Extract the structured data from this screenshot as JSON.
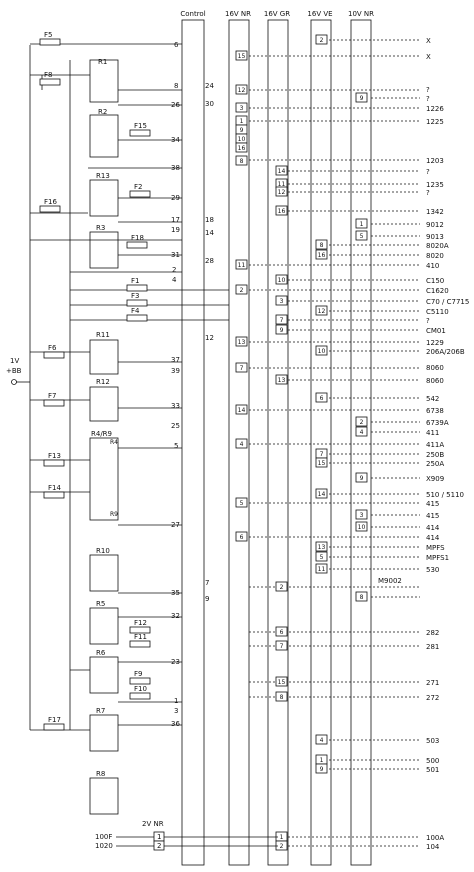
{
  "colors": {
    "ink": "#111111",
    "background": "#ffffff"
  },
  "supply": {
    "label": "1V\n+BB",
    "line1": "1V",
    "line2": "+BB"
  },
  "connectors": [
    {
      "name": "Control"
    },
    {
      "name": "16V NR"
    },
    {
      "name": "16V GR"
    },
    {
      "name": "16V VE"
    },
    {
      "name": "10V NR"
    }
  ],
  "fuses": [
    "F5",
    "F8",
    "F15",
    "F2",
    "F16",
    "F18",
    "F1",
    "F3",
    "F4",
    "F6",
    "F7",
    "F13",
    "F14",
    "F12",
    "F11",
    "F9",
    "F10",
    "F17"
  ],
  "relays": [
    "R1",
    "R2",
    "R13",
    "R3",
    "R11",
    "R12",
    "R4/R9",
    "R4",
    "R9",
    "R10",
    "R5",
    "R6",
    "R7",
    "R8"
  ],
  "control_pins": [
    "6",
    "8",
    "26",
    "34",
    "38",
    "29",
    "17",
    "19",
    "31",
    "2",
    "4",
    "37",
    "39",
    "33",
    "25",
    "5",
    "27",
    "35",
    "32",
    "23",
    "1",
    "3",
    "36",
    "24",
    "30",
    "18",
    "14",
    "28",
    "12",
    "7",
    "9"
  ],
  "pins": [
    "2",
    "15",
    "12",
    "3",
    "1",
    "9",
    "10",
    "16",
    "8",
    "7",
    "14",
    "11",
    "5",
    "13",
    "4",
    "6"
  ],
  "outputs": [
    "X",
    "X",
    "?",
    "?",
    "1226",
    "1225",
    "1203",
    "?",
    "1235",
    "?",
    "1342",
    "9012",
    "9013",
    "8020A",
    "8020",
    "410",
    "C150",
    "C1620",
    "C70 / C7715",
    "C5110",
    "?",
    "CM01",
    "1229",
    "206A/206B",
    "8060",
    "8060",
    "542",
    "6738",
    "6739A",
    "411",
    "411A",
    "250B",
    "250A",
    "X909",
    "510 / 5110",
    "415",
    "415",
    "414",
    "414",
    "MPFS",
    "MPFS1",
    "530",
    "282",
    "281",
    "271",
    "272",
    "503",
    "500",
    "501",
    "100A",
    "104"
  ],
  "labels": {
    "m9002": "M9002",
    "connector_2v": "2V NR",
    "in_100f": "100F",
    "in_1020": "1020"
  }
}
